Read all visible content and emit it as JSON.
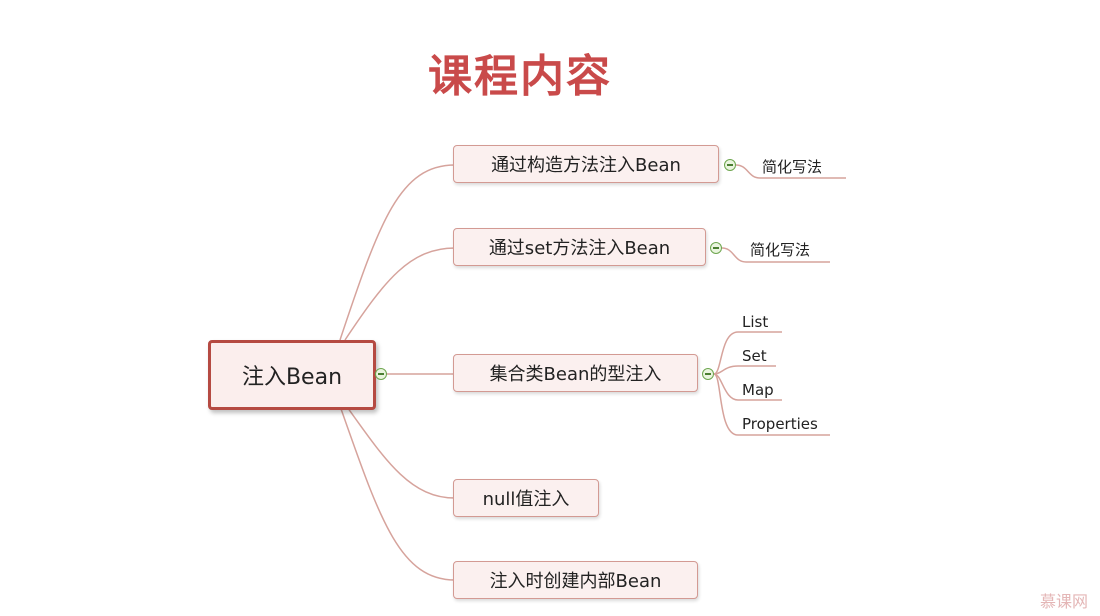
{
  "title": "课程内容",
  "root": "注入Bean",
  "branches": [
    {
      "label": "通过构造方法注入Bean",
      "children": [
        "简化写法"
      ]
    },
    {
      "label": "通过set方法注入Bean",
      "children": [
        "简化写法"
      ]
    },
    {
      "label": "集合类Bean的型注入",
      "children": [
        "List",
        "Set",
        "Map",
        "Properties"
      ]
    },
    {
      "label": "null值注入",
      "children": []
    },
    {
      "label": "注入时创建内部Bean",
      "children": []
    }
  ],
  "watermark": "慕课网",
  "colors": {
    "title": "#c94a4a",
    "root_border": "#b54a42",
    "node_border": "#d39a93",
    "line": "#d6a39c",
    "collapse": "#6ea64f"
  }
}
